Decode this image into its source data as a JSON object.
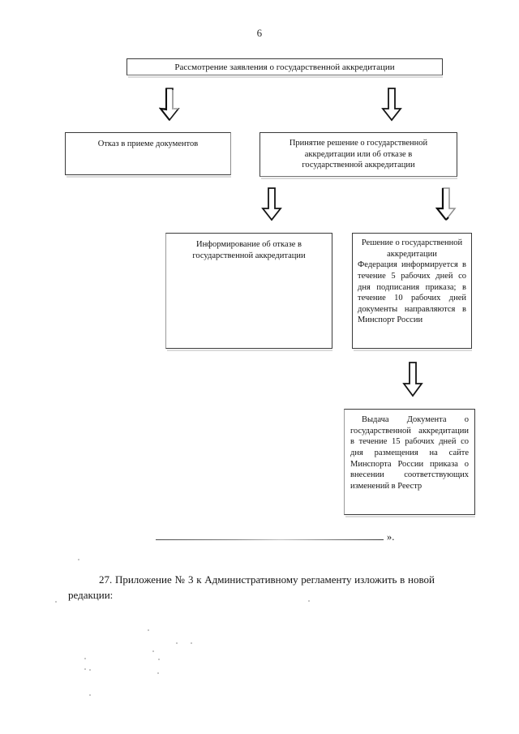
{
  "document": {
    "page_number": "6",
    "language": "ru"
  },
  "flowchart": {
    "title_box": {
      "text": "Рассмотрение заявления о государственной аккредитации"
    },
    "refusal_box": {
      "text": "Отказ в приеме документов"
    },
    "decision_box": {
      "lines": [
        "Принятие решение о государственной",
        "аккредитации или об отказе в",
        "государственной аккредитации"
      ]
    },
    "informing_box": {
      "lines": [
        "Информирование об отказе в",
        "государственной аккредитации"
      ]
    },
    "accreditation_decision_box": {
      "heading_lines": [
        "Решение о государственной",
        "аккредитации"
      ],
      "body": "Федерация информируется в течение 5 рабочих дней со дня подписания приказа; в течение 10 рабочих дней документы направляются в Минспорт России"
    },
    "issuance_box": {
      "body": "Выдача Документа о государственной аккредитации в течение 15 рабочих дней со дня размещения на сайте Минспорта России приказа о внесении соответствующих изменений в Реестр"
    },
    "arrows": [
      {
        "name": "arrow-title-to-refusal"
      },
      {
        "name": "arrow-title-to-decision"
      },
      {
        "name": "arrow-decision-to-informing"
      },
      {
        "name": "arrow-decision-to-accreditation"
      },
      {
        "name": "arrow-accreditation-to-issuance"
      }
    ]
  },
  "closing": {
    "quote_mark": "».",
    "paragraph": "27. Приложение № 3 к Административному регламенту изложить в новой редакции:"
  },
  "colors": {
    "page_background": "#ffffff",
    "text": "#141414",
    "box_border": "#3a3a3a",
    "arrow_stroke": "#151515",
    "arrow_fill": "#ffffff",
    "smudge": "#cfcfcf"
  }
}
